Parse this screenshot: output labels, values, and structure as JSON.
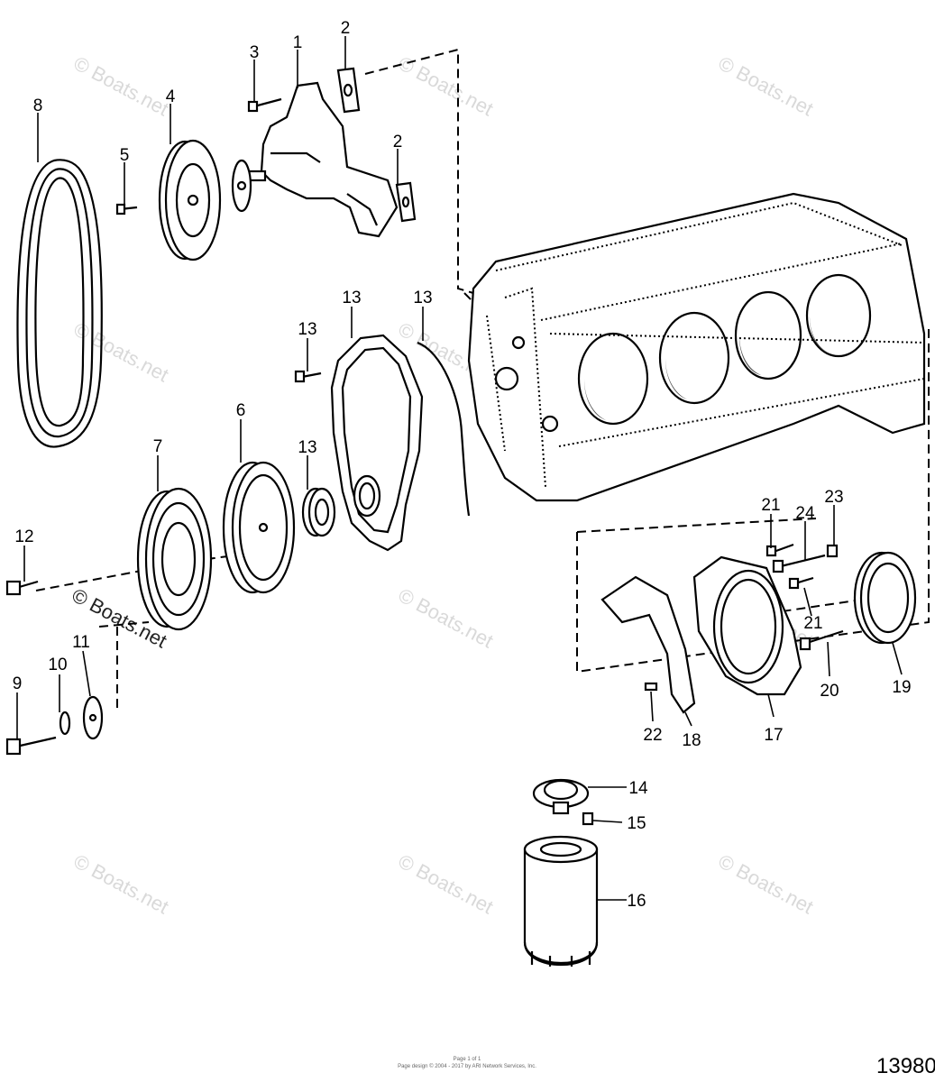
{
  "callouts": {
    "c1": "1",
    "c2a": "2",
    "c2b": "2",
    "c3": "3",
    "c4": "4",
    "c5": "5",
    "c6": "6",
    "c7": "7",
    "c8": "8",
    "c9": "9",
    "c10": "10",
    "c11": "11",
    "c12": "12",
    "c13a": "13",
    "c13b": "13",
    "c13c": "13",
    "c13d": "13",
    "c14": "14",
    "c15": "15",
    "c16": "16",
    "c17": "17",
    "c18": "18",
    "c19": "19",
    "c20": "20",
    "c21a": "21",
    "c21b": "21",
    "c22": "22",
    "c23": "23",
    "c24": "24"
  },
  "watermark": "© Boats.net",
  "figure_number": "13980",
  "footer_lines": [
    "Page 1 of 1",
    "Page design © 2004 - 2017 by ARI Network Services, Inc."
  ]
}
